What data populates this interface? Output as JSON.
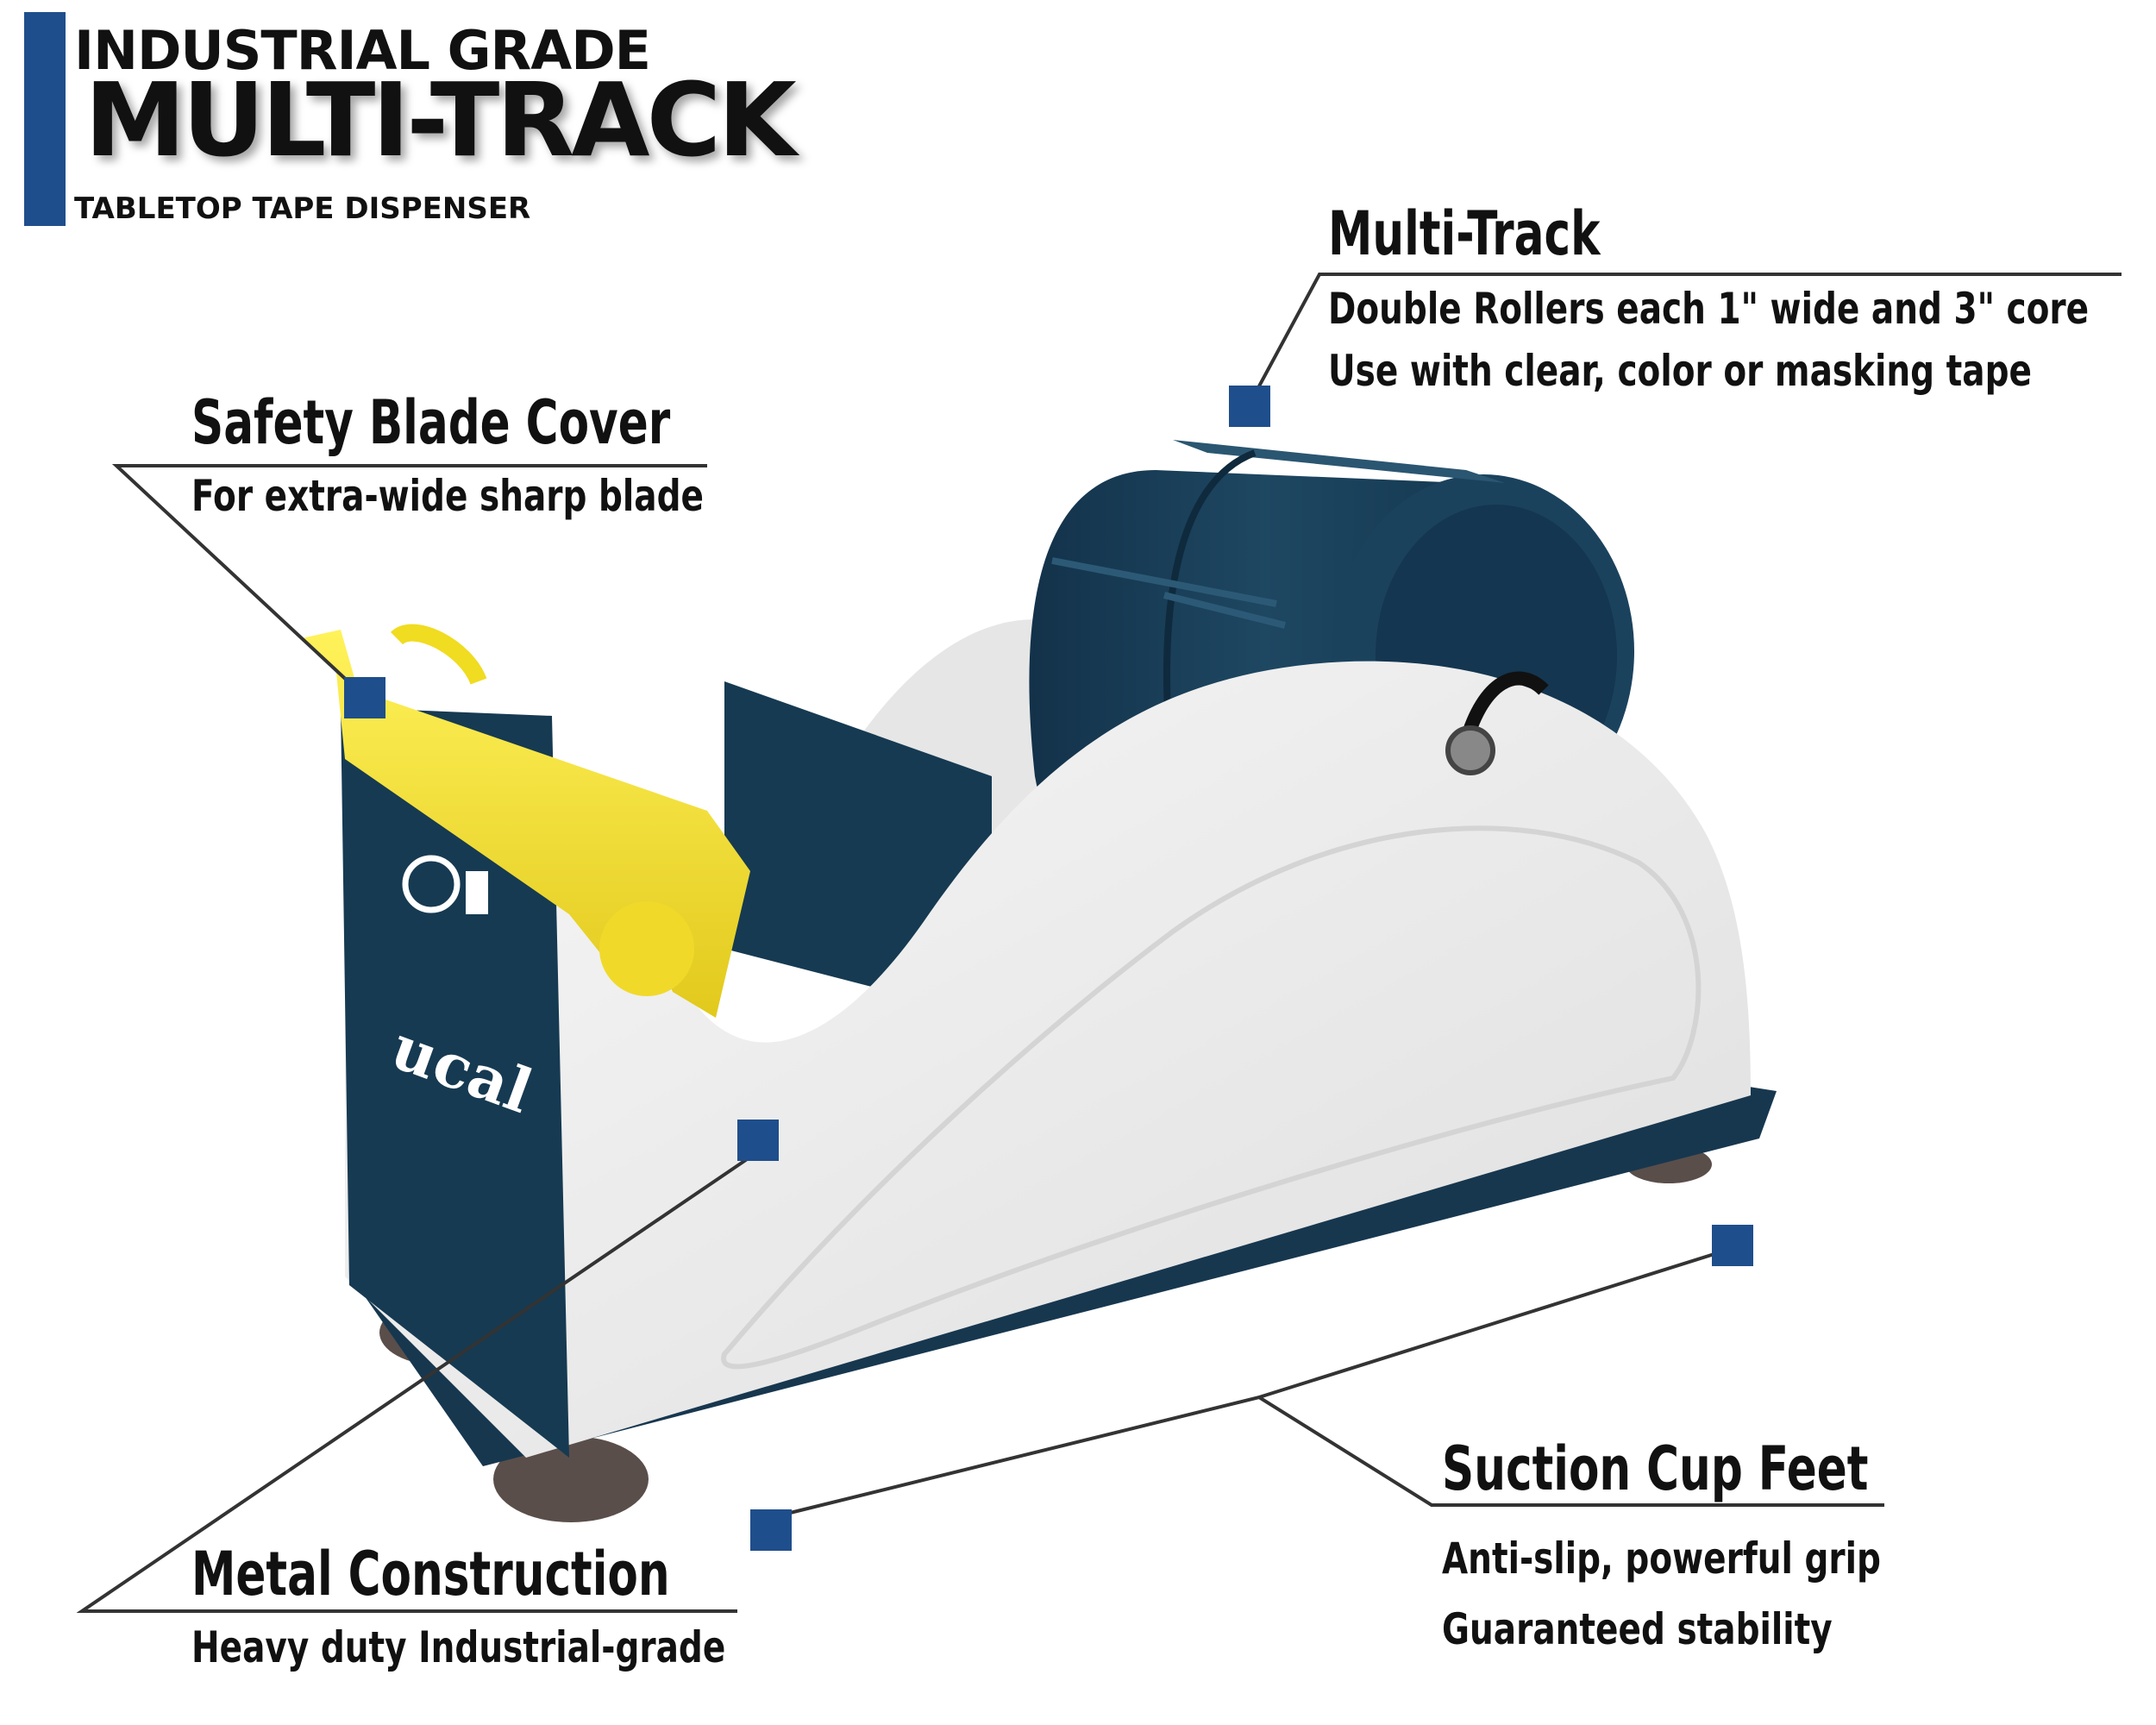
{
  "header": {
    "eyebrow": "INDUSTRIAL GRADE",
    "title": "MULTI-TRACK",
    "subtitle": "TABLETOP TAPE DISPENSER"
  },
  "callouts": {
    "multi_track": {
      "title": "Multi-Track",
      "line1": "Double Rollers each 1\" wide and 3\" core",
      "line2": "Use with clear, color or masking tape"
    },
    "safety_blade_cover": {
      "title": "Safety Blade Cover",
      "line1": "For extra-wide sharp blade"
    },
    "metal_construction": {
      "title": "Metal Construction",
      "line1": "Heavy duty Industrial-grade"
    },
    "suction_cup_feet": {
      "title": "Suction Cup Feet",
      "line1": "Anti-slip, powerful grip",
      "line2": "Guaranteed stability"
    }
  },
  "colors": {
    "accent": "#1f4e8c",
    "navy": "#163a52",
    "body_white": "#efefef",
    "blade_yellow": "#f5e22a"
  },
  "icons": [
    "product-image",
    "callout-marker"
  ]
}
